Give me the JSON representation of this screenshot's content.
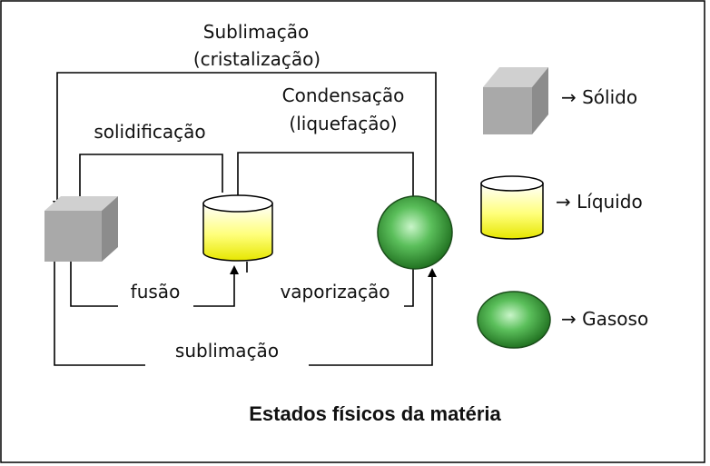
{
  "diagram": {
    "title": "Estados físicos da matéria",
    "transitions": {
      "sublimacao_top_line1": "Sublimação",
      "sublimacao_top_line2": "(cristalização)",
      "condensacao_line1": "Condensação",
      "condensacao_line2": "(liquefação)",
      "solidificacao": "solidificação",
      "fusao": "fusão",
      "vaporizacao": "vaporização",
      "sublimacao_bottom": "sublimação"
    },
    "legend": [
      {
        "label": "→ Sólido",
        "icon": "cube-icon"
      },
      {
        "label": "→ Líquido",
        "icon": "cylinder-icon"
      },
      {
        "label": "→ Gasoso",
        "icon": "sphere-icon"
      }
    ]
  },
  "colors": {
    "solid": "#a8a8a8",
    "liquid": "#ffff66",
    "gas": "#2e8b2e"
  }
}
